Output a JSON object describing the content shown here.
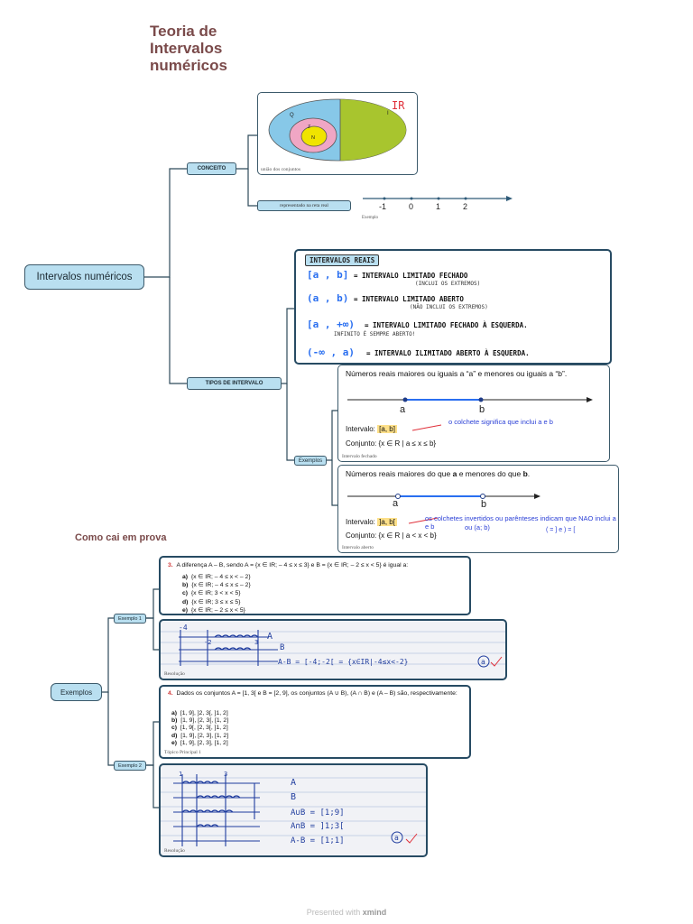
{
  "title": [
    "Teoria de",
    "Intervalos",
    "numéricos"
  ],
  "root": "Intervalos numéricos",
  "conceito": {
    "label": "CONCEITO",
    "venn_caption": "união dos conjuntos",
    "venn_letters": {
      "ir": "IR",
      "q": "Q",
      "i": "I",
      "z": "Z",
      "n": "N"
    },
    "line_caption": "representado na reta real",
    "line_ticks": [
      "-1",
      "0",
      "1",
      "2"
    ],
    "line_example": "Exemplo",
    "colors": {
      "q": "#87c8e8",
      "i": "#a8c52e",
      "z": "#f0a6c4",
      "n": "#f0e400"
    }
  },
  "tipos": {
    "label": "TIPOS DE INTERVALO",
    "card_title": "INTERVALOS REAIS",
    "rows": [
      {
        "symbol": "[a , b]",
        "desc": "= INTERVALO LIMITADO FECHADO",
        "note": "(INCLUI OS EXTREMOS)"
      },
      {
        "symbol": "(a , b)",
        "desc": "= INTERVALO LIMITADO ABERTO",
        "note": "(NÃO INCLUI OS EXTREMOS)"
      },
      {
        "symbol": "[a , +∞)",
        "desc": "= INTERVALO LIMITADO FECHADO À ESQUERDA.",
        "note": "INFINITO É SEMPRE ABERTO!"
      },
      {
        "symbol": "(-∞ , a)",
        "desc": "= INTERVALO ILIMITADO ABERTO À ESQUERDA.",
        "note": ""
      }
    ],
    "exemplos_label": "Exemplos",
    "fechado": {
      "text": "Números reais maiores ou iguais a “a” e menores ou iguais a “b”.",
      "a": "a",
      "b": "b",
      "interval_label": "Intervalo:",
      "interval_value": "[a, b]",
      "note": "o colchete significa que inclui a e b",
      "set_text": "Conjunto: {x ∈ R | a ≤ x ≤ b}",
      "caption": "Intervalo fechado"
    },
    "aberto": {
      "text_pre": "Números reais maiores do que ",
      "text_a": "a",
      "text_mid": " e menores do que ",
      "text_b": "b",
      "text_end": ".",
      "a": "a",
      "b": "b",
      "interval_label": "Intervalo:",
      "interval_value": "]a, b[",
      "note1": "os colchetes invertidos ou parênteses indicam que NAO  inclui a e b",
      "note2": "ou (a; b)",
      "note3": "( = ] e ) = [",
      "set_text": "Conjunto: {x ∈ R | a < x < b}",
      "caption": "Intervalo aberto"
    }
  },
  "prova": {
    "subtitle": "Como cai em prova",
    "exemplos_label": "Exemplos",
    "ex1": {
      "label": "Exemplo 1",
      "number": "3.",
      "question": "A diferença A – B, sendo A = {x ∈ IR; – 4 ≤ x ≤ 3} e B = {x ∈ IR; – 2 ≤ x < 5} é igual a:",
      "options": [
        {
          "k": "a)",
          "v": "{x ∈ IR; – 4 ≤ x < – 2}"
        },
        {
          "k": "b)",
          "v": "{x ∈ IR; – 4 ≤ x ≤ – 2}"
        },
        {
          "k": "c)",
          "v": "{x ∈ IR; 3 < x < 5}"
        },
        {
          "k": "d)",
          "v": "{x ∈ IR; 3 ≤ x ≤ 5}"
        },
        {
          "k": "e)",
          "v": "{x ∈ IR; – 2 ≤ x < 5}"
        }
      ],
      "res_caption": "Resolução",
      "hw": {
        "n4": "-4",
        "n2": "-2",
        "n3": "3",
        "A": "A",
        "B": "B",
        "eq": "A-B = [-4;-2[ = {x∈IR|-4≤x<-2}",
        "ans": "a"
      }
    },
    "ex2": {
      "label": "Exemplo 2",
      "number": "4.",
      "question": "Dados os conjuntos A = [1, 3[ e B = [2, 9], os conjuntos (A ∪ B), (A ∩ B) e (A – B) são, respectivamente:",
      "options": [
        {
          "k": "a)",
          "v": "[1, 9],  ]2, 3[,  ]1, 2]"
        },
        {
          "k": "b)",
          "v": "[1, 9],  [2, 3[,  [1, 2]"
        },
        {
          "k": "c)",
          "v": "[1, 9[,  [2, 3[,   ]1, 2]"
        },
        {
          "k": "d)",
          "v": "[1, 9],  [2, 3],   [1, 2]"
        },
        {
          "k": "e)",
          "v": "[1, 9],  [2, 3],  [1, 2]"
        }
      ],
      "caption": "Tópico Principal 1",
      "res_caption": "Resolução",
      "hw": {
        "A": "A",
        "B": "B",
        "union": "A∪B = [1;9]",
        "inter": "A∩B = ]1;3[",
        "diff": "A-B = [1;1]",
        "ans": "a",
        "n1": "1",
        "n3": "3"
      }
    }
  },
  "footer": {
    "pre": "Presented with ",
    "brand": "xmind"
  }
}
